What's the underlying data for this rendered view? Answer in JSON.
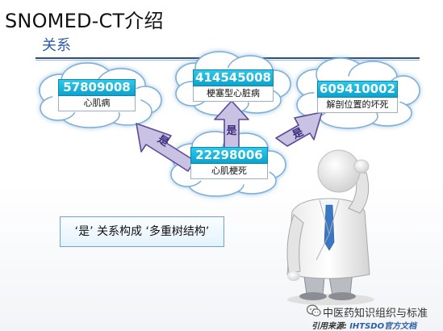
{
  "slide": {
    "title": "SNOMED-CT介绍",
    "subtitle": "关系"
  },
  "nodes": [
    {
      "code": "57809008",
      "label": "心肌病"
    },
    {
      "code": "414545008",
      "label": "梗塞型心脏病"
    },
    {
      "code": "609410002",
      "label": "解剖位置的坏死"
    },
    {
      "code": "22298006",
      "label": "心肌梗死"
    }
  ],
  "relations": {
    "left": "是",
    "center": "是",
    "right": "是"
  },
  "callout": {
    "text": "‘是’ 关系构成 ‘多重树结构’"
  },
  "watermark": {
    "account": "中医药知识组织与标准",
    "source_label": "引用来源:",
    "source_value": "IHTSDO官方文档"
  },
  "colors": {
    "cloud_fill": "#ffffff",
    "cloud_edge": "#7aaed8",
    "node_code_bg": "#0aa3cf",
    "arrow_fill": "#c9c2e3",
    "arrow_edge": "#5a4a9a",
    "title_rule": "#2a4d8a"
  }
}
